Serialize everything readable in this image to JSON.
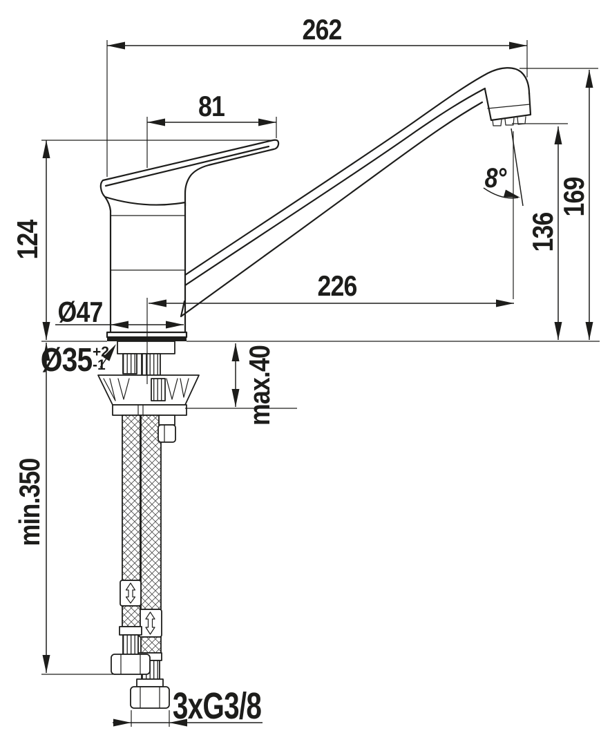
{
  "drawing": {
    "subject": "single-lever-sink-mixer-technical-dimension-drawing",
    "background": "#ffffff",
    "line_color": "#1d1d1b",
    "dimensions": {
      "overall_width": "262",
      "handle_length": "81",
      "height_to_handle": "124",
      "body_diameter": "Ø47",
      "hole_diameter": "Ø35",
      "hole_tol_upper": "+2",
      "hole_tol_lower": "-1",
      "min_hose_length": "min.350",
      "spout_reach": "226",
      "outlet_angle": "8°",
      "outlet_height": "136",
      "spout_height": "169",
      "max_deck_thickness": "max.40",
      "connection_thread": "3xG3/8"
    }
  }
}
